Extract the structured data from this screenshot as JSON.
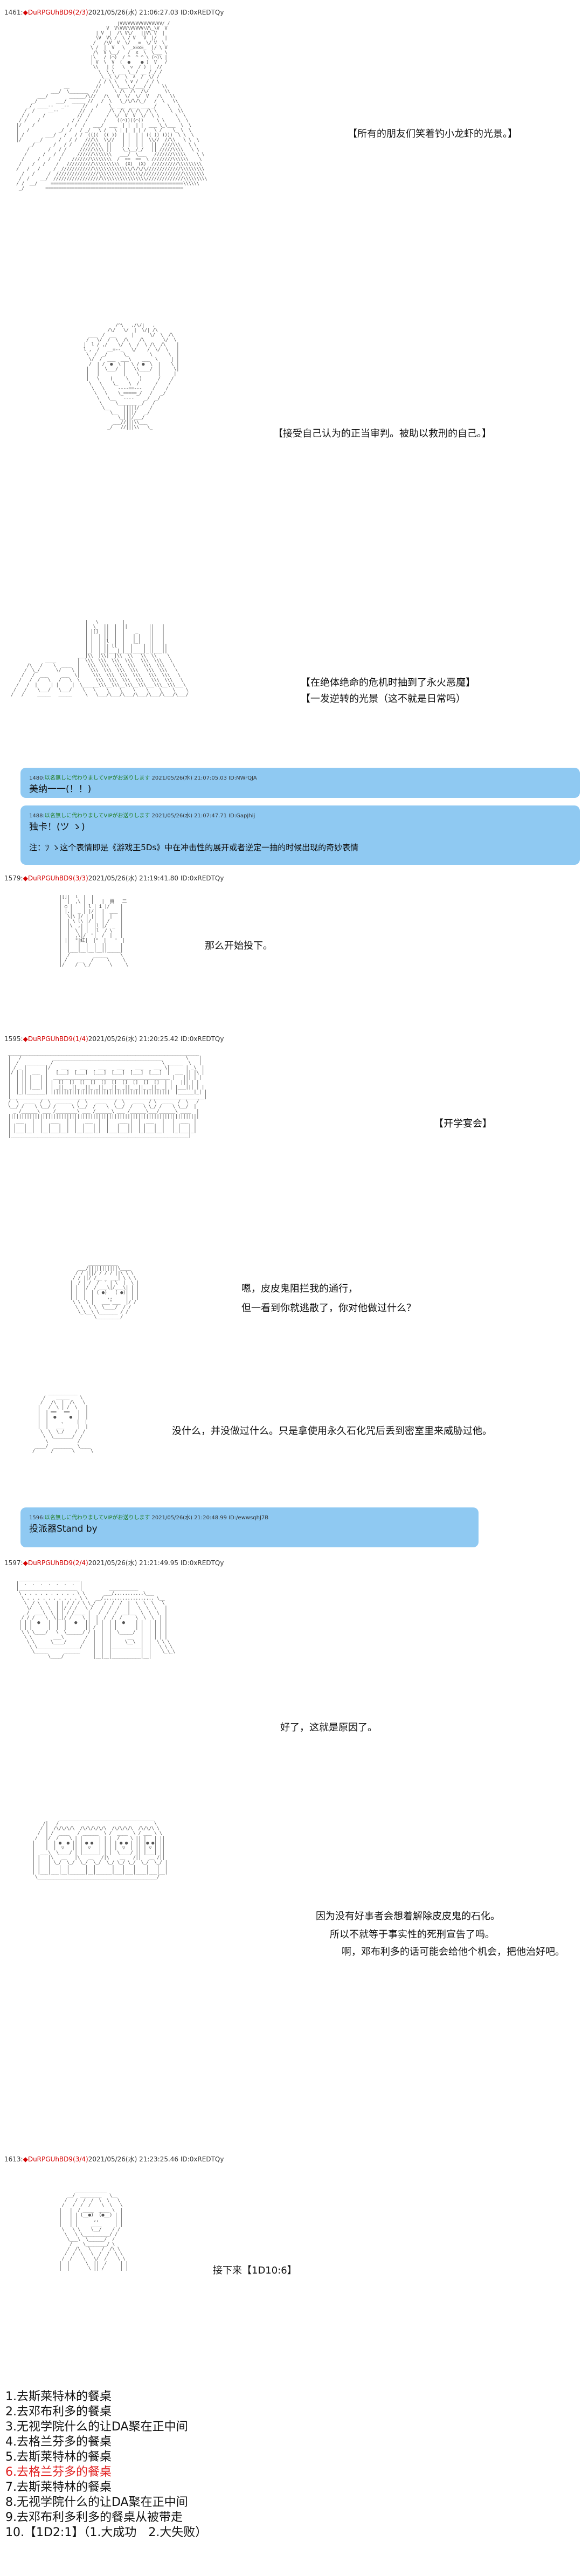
{
  "posts": {
    "p1": {
      "num": "1461:",
      "name": "DuRPGUhBD9",
      "trip": "(2/3)",
      "meta": "2021/05/26(水) 21:06:27.03 ID:0xREDTQy"
    },
    "p2": {
      "num": "1579:",
      "name": "DuRPGUhBD9",
      "trip": "(3/3)",
      "meta": "2021/05/26(水) 21:19:41.80 ID:0xREDTQy"
    },
    "p3": {
      "num": "1595:",
      "name": "DuRPGUhBD9",
      "trip": "(1/4)",
      "meta": "2021/05/26(水) 21:20:25.42 ID:0xREDTQy"
    },
    "p4": {
      "num": "1597:",
      "name": "DuRPGUhBD9",
      "trip": "(2/4)",
      "meta": "2021/05/26(水) 21:21:49.95 ID:0xREDTQy"
    },
    "p5": {
      "num": "1613:",
      "name": "DuRPGUhBD9",
      "trip": "(3/4)",
      "meta": "2021/05/26(水) 21:23:25.46 ID:0xREDTQy"
    }
  },
  "narrations": {
    "n1": "【所有的朋友们笑着钓小龙虾的光景。】",
    "n2": "【接受自己认为的正当审判。被助以救刑的自己。】",
    "n3a": "【在绝体绝命的危机时抽到了永火恶魔】",
    "n3b": "【一发逆转的光景（这不就是日常吗）",
    "n4": "那么开始投下。",
    "n5": "【开学宴会】",
    "n6a": "嗯，皮皮鬼阻拦我的通行，",
    "n6b": "但一看到你就逃散了，你对他做过什么？",
    "n7": "没什么，并没做过什么。只是拿使用永久石化咒后丢到密室里来威胁过他。",
    "n8": "好了，这就是原因了。",
    "n9a": "因为没有好事者会想着解除皮皮鬼的石化。",
    "n9b": "所以不就等于事实性的死刑宣告了吗。",
    "n9c": "啊，邓布利多的话可能会给他个机会，把他治好吧。",
    "n10": "接下来【1D10:6】"
  },
  "chats": {
    "c1": {
      "num": "1480:",
      "name": "以名無しに代わりましてVIPがお送りします",
      "meta": "2021/05/26(水) 21:07:05.03 ID:NWrQJA",
      "text": "美纳一一(！！)"
    },
    "c2": {
      "num": "1488:",
      "name": "以名無しに代わりましてVIPがお送りします",
      "meta": "2021/05/26(水) 21:07:47.71 ID:GapJhij",
      "text": "独卡！(ツ ゝ)",
      "note": "注：ﾂ ゝ这个表情即是《游戏王5Ds》中在冲击性的展开或者逆定一抽的时候出现的奇妙表情"
    },
    "c3": {
      "num": "1596:",
      "name": "以名無しに代わりましてVIPがお送りします",
      "meta": "2021/05/26(水) 21:20:48.99 ID:/ewwsqhJ7B",
      "text": "投派器Stand by"
    }
  },
  "vote_list": [
    {
      "text": "1.去斯莱特林的餐桌",
      "red": false
    },
    {
      "text": "2.去邓布利多的餐桌",
      "red": false
    },
    {
      "text": "3.无视学院什么的让DA聚在正中间",
      "red": false
    },
    {
      "text": "4.去格兰芬多的餐桌",
      "red": false
    },
    {
      "text": "5.去斯莱特林的餐桌",
      "red": false
    },
    {
      "text": "6.去格兰芬多的餐桌",
      "red": true
    },
    {
      "text": "7.去斯莱特林的餐桌",
      "red": false
    },
    {
      "text": "8.无视学院什么的让DA聚在正中间",
      "red": false
    },
    {
      "text": "9.去邓布利多利多的餐桌从被带走",
      "red": false
    },
    {
      "text": "10.【1D2:1】（1.大成功　2.大失败）",
      "red": false
    }
  ],
  "colors": {
    "accent_red": "#d40000",
    "chat_bg": "#8fc9f2",
    "chat_name": "#1d7a1d"
  }
}
